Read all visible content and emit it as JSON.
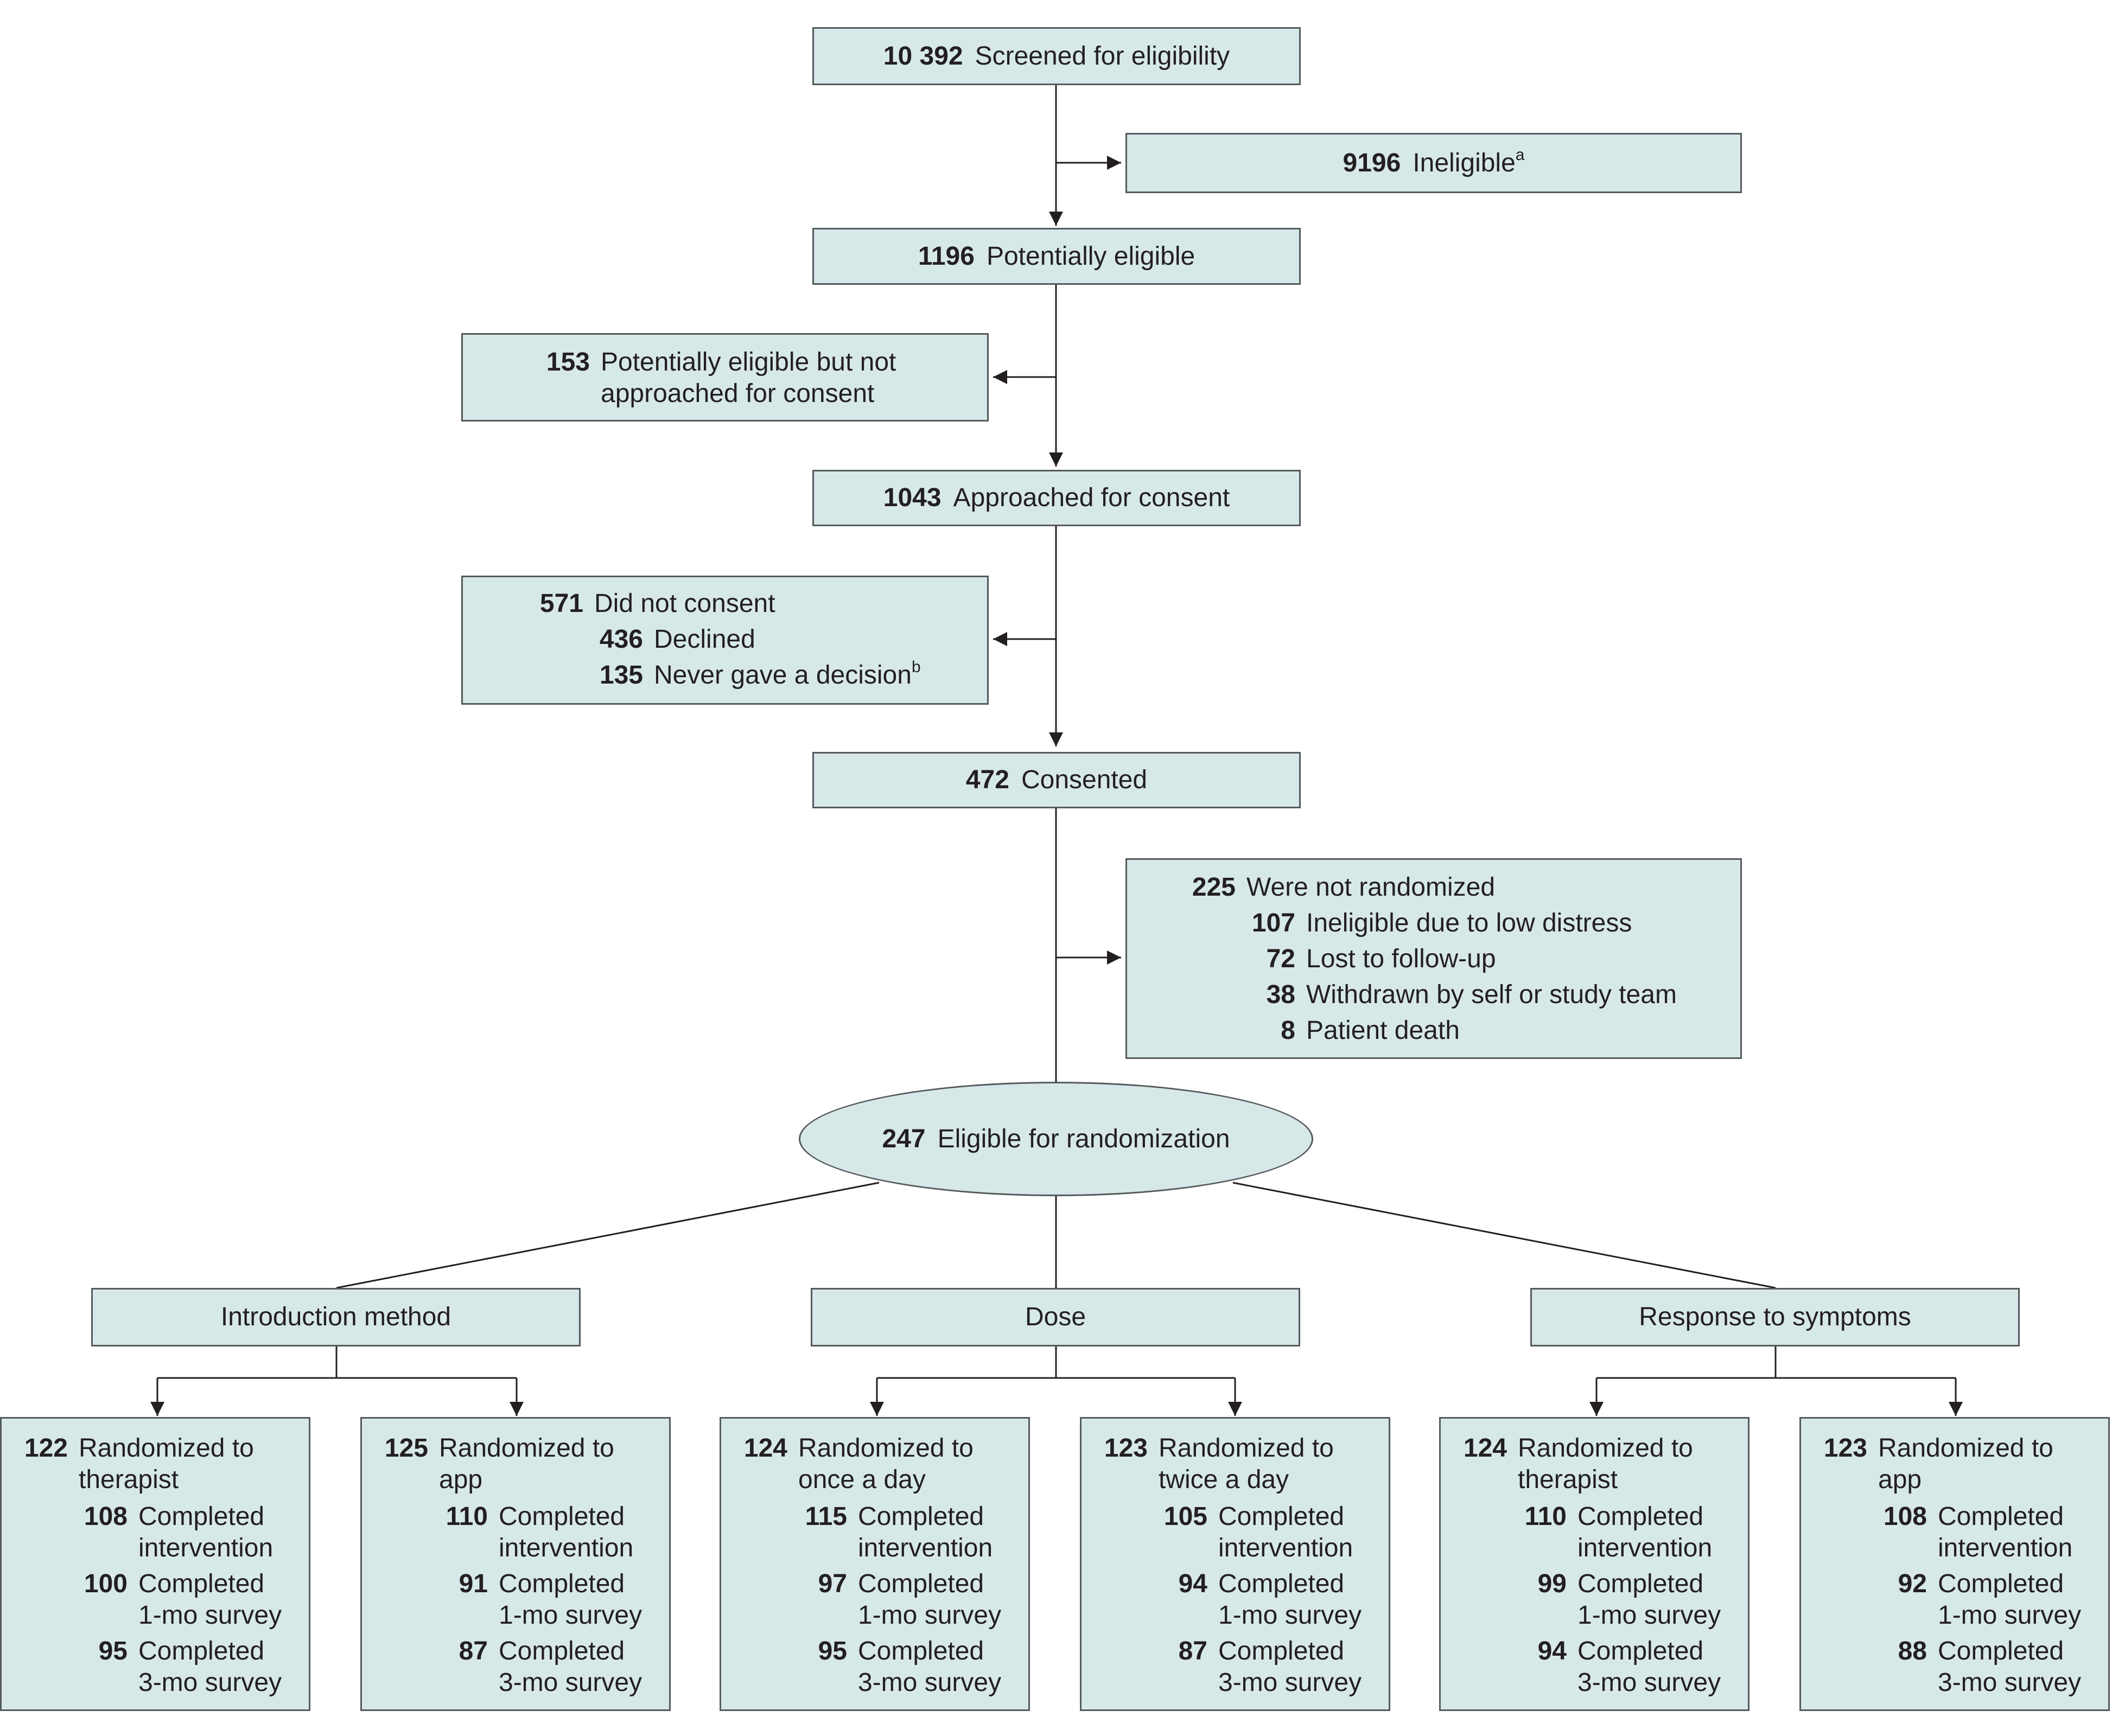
{
  "screened": {
    "count": "10 392",
    "label": "Screened for eligibility"
  },
  "ineligible": {
    "count": "9196",
    "label": "Ineligible",
    "note": "a"
  },
  "potentially_eligible": {
    "count": "1196",
    "label": "Potentially eligible"
  },
  "not_approached": {
    "count": "153",
    "line1": "Potentially eligible but not",
    "line2": "approached for consent"
  },
  "approached": {
    "count": "1043",
    "label": "Approached for consent"
  },
  "no_consent": {
    "count": "571",
    "label": "Did not consent",
    "declined": {
      "count": "436",
      "label": "Declined"
    },
    "never": {
      "count": "135",
      "label": "Never gave a decision",
      "note": "b"
    }
  },
  "consented": {
    "count": "472",
    "label": "Consented"
  },
  "not_randomized": {
    "count": "225",
    "label": "Were not randomized",
    "items": [
      {
        "count": "107",
        "label": "Ineligible due to low distress"
      },
      {
        "count": "72",
        "label": "Lost to follow-up"
      },
      {
        "count": "38",
        "label": "Withdrawn by self or study team"
      },
      {
        "count": "8",
        "label": "Patient death"
      }
    ]
  },
  "eligible_rand": {
    "count": "247",
    "label": "Eligible for randomization"
  },
  "factors": [
    {
      "label": "Introduction method",
      "arms": [
        {
          "count": "122",
          "l1": "Randomized to",
          "l2": "therapist",
          "items": [
            {
              "count": "108",
              "l1": "Completed",
              "l2": "intervention"
            },
            {
              "count": "100",
              "l1": "Completed",
              "l2": "1-mo survey"
            },
            {
              "count": "95",
              "l1": "Completed",
              "l2": "3-mo survey"
            }
          ]
        },
        {
          "count": "125",
          "l1": "Randomized to",
          "l2": "app",
          "items": [
            {
              "count": "110",
              "l1": "Completed",
              "l2": "intervention"
            },
            {
              "count": "91",
              "l1": "Completed",
              "l2": "1-mo survey"
            },
            {
              "count": "87",
              "l1": "Completed",
              "l2": "3-mo survey"
            }
          ]
        }
      ]
    },
    {
      "label": "Dose",
      "arms": [
        {
          "count": "124",
          "l1": "Randomized to",
          "l2": "once a day",
          "items": [
            {
              "count": "115",
              "l1": "Completed",
              "l2": "intervention"
            },
            {
              "count": "97",
              "l1": "Completed",
              "l2": "1-mo survey"
            },
            {
              "count": "95",
              "l1": "Completed",
              "l2": "3-mo survey"
            }
          ]
        },
        {
          "count": "123",
          "l1": "Randomized to",
          "l2": "twice a day",
          "items": [
            {
              "count": "105",
              "l1": "Completed",
              "l2": "intervention"
            },
            {
              "count": "94",
              "l1": "Completed",
              "l2": "1-mo survey"
            },
            {
              "count": "87",
              "l1": "Completed",
              "l2": "3-mo survey"
            }
          ]
        }
      ]
    },
    {
      "label": "Response to symptoms",
      "arms": [
        {
          "count": "124",
          "l1": "Randomized to",
          "l2": "therapist",
          "items": [
            {
              "count": "110",
              "l1": "Completed",
              "l2": "intervention"
            },
            {
              "count": "99",
              "l1": "Completed",
              "l2": "1-mo survey"
            },
            {
              "count": "94",
              "l1": "Completed",
              "l2": "3-mo survey"
            }
          ]
        },
        {
          "count": "123",
          "l1": "Randomized to",
          "l2": "app",
          "items": [
            {
              "count": "108",
              "l1": "Completed",
              "l2": "intervention"
            },
            {
              "count": "92",
              "l1": "Completed",
              "l2": "1-mo survey"
            },
            {
              "count": "88",
              "l1": "Completed",
              "l2": "3-mo survey"
            }
          ]
        }
      ]
    }
  ]
}
